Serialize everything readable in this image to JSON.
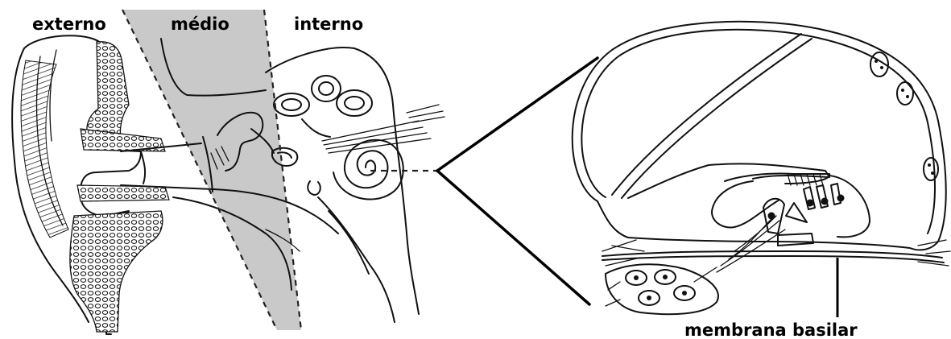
{
  "labels": {
    "outer": "externo",
    "middle": "médio",
    "inner": "interno",
    "basilar": "membrana basilar"
  },
  "colors": {
    "middle_ear_shade": "#c9c9c9",
    "ink": "#111111"
  }
}
